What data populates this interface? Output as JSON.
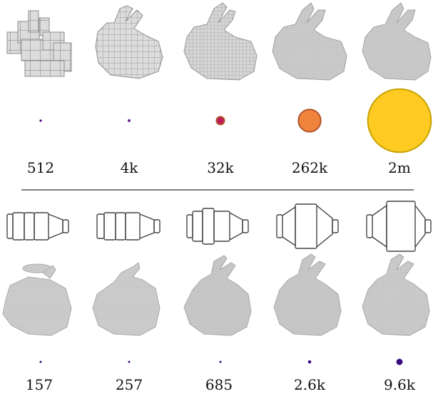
{
  "top_row": {
    "labels": [
      "512",
      "4k",
      "32k",
      "262k",
      "2m"
    ],
    "circle_colors": [
      "#4b0082",
      "#6a1b9a",
      "#c2185b",
      "#f0843c",
      "#ffcb22"
    ],
    "circle_sizes": [
      512,
      4096,
      32768,
      262144,
      2097152
    ]
  },
  "bottom_row": {
    "labels": [
      "157",
      "257",
      "685",
      "2.6k",
      "9.6k"
    ],
    "circle_colors": [
      "#3b0a82",
      "#3b0a82",
      "#3b0a82",
      "#3b0a82",
      "#3b0a82"
    ],
    "circle_sizes": [
      157,
      257,
      685,
      2600,
      9600
    ]
  },
  "colors": {
    "voxel_fill": "#d8d8d8",
    "voxel_edge": "#9a9a9a",
    "mesh_fill": "#c9c9c9",
    "divider": "#333333"
  }
}
